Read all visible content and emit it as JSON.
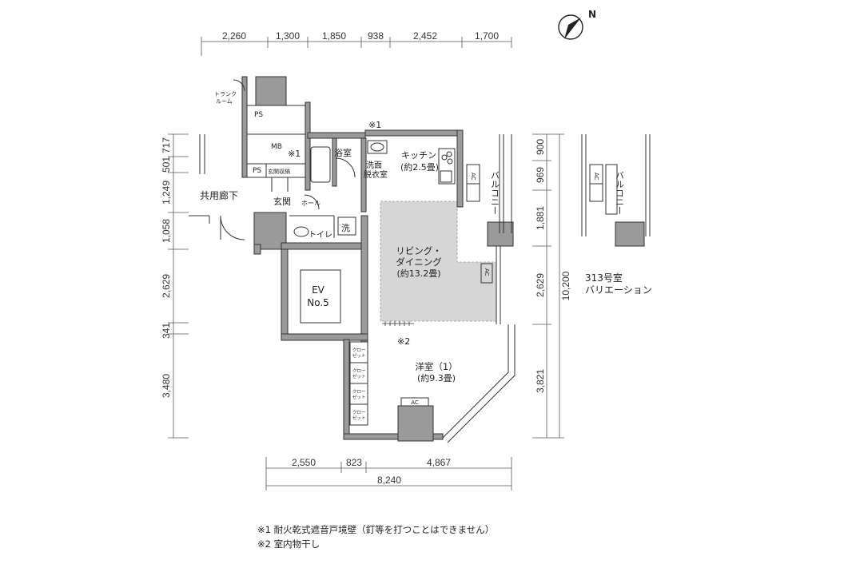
{
  "dims_top": [
    "2,260",
    "1,300",
    "1,850",
    "938",
    "2,452",
    "1,700"
  ],
  "dims_bottom": [
    "2,550",
    "823",
    "4,867"
  ],
  "dim_bottom_total": "8,240",
  "dims_left": [
    "717",
    "501",
    "1,249",
    "1,058",
    "2,629",
    "341",
    "3,480"
  ],
  "dims_right": [
    "900",
    "969",
    "1,881",
    "2,629",
    "3,821"
  ],
  "dim_right_total": "10,200",
  "rooms": {
    "trunk_room": [
      "トランク",
      "ルーム"
    ],
    "ps_top": "PS",
    "mb": "MB",
    "ps_bottom": "PS",
    "shoe_storage": "玄関収納",
    "corridor": "共用廊下",
    "entrance": "玄関",
    "hall": "ホール",
    "toilet": "トイレ",
    "bath": "浴室",
    "washroom": [
      "洗面",
      "脱衣室"
    ],
    "washer": "洗",
    "kitchen": [
      "キッチン",
      "(約2.5畳)"
    ],
    "balcony": "バルコニー",
    "ac": "AC",
    "living": [
      "リビング・",
      "ダイニング",
      "(約13.2畳)"
    ],
    "ev": [
      "EV",
      "No.5"
    ],
    "western": [
      "洋室（1）",
      "(約9.3畳)"
    ],
    "closet": [
      "クロー",
      "ゼット"
    ],
    "mark1": "※1",
    "mark2": "※2"
  },
  "variation": [
    "313号室",
    "バリエーション"
  ],
  "compass_label": "N",
  "notes": [
    "※1 耐火乾式遮音戸境壁（釘等を打つことはできません）",
    "※2 室内物干し"
  ]
}
